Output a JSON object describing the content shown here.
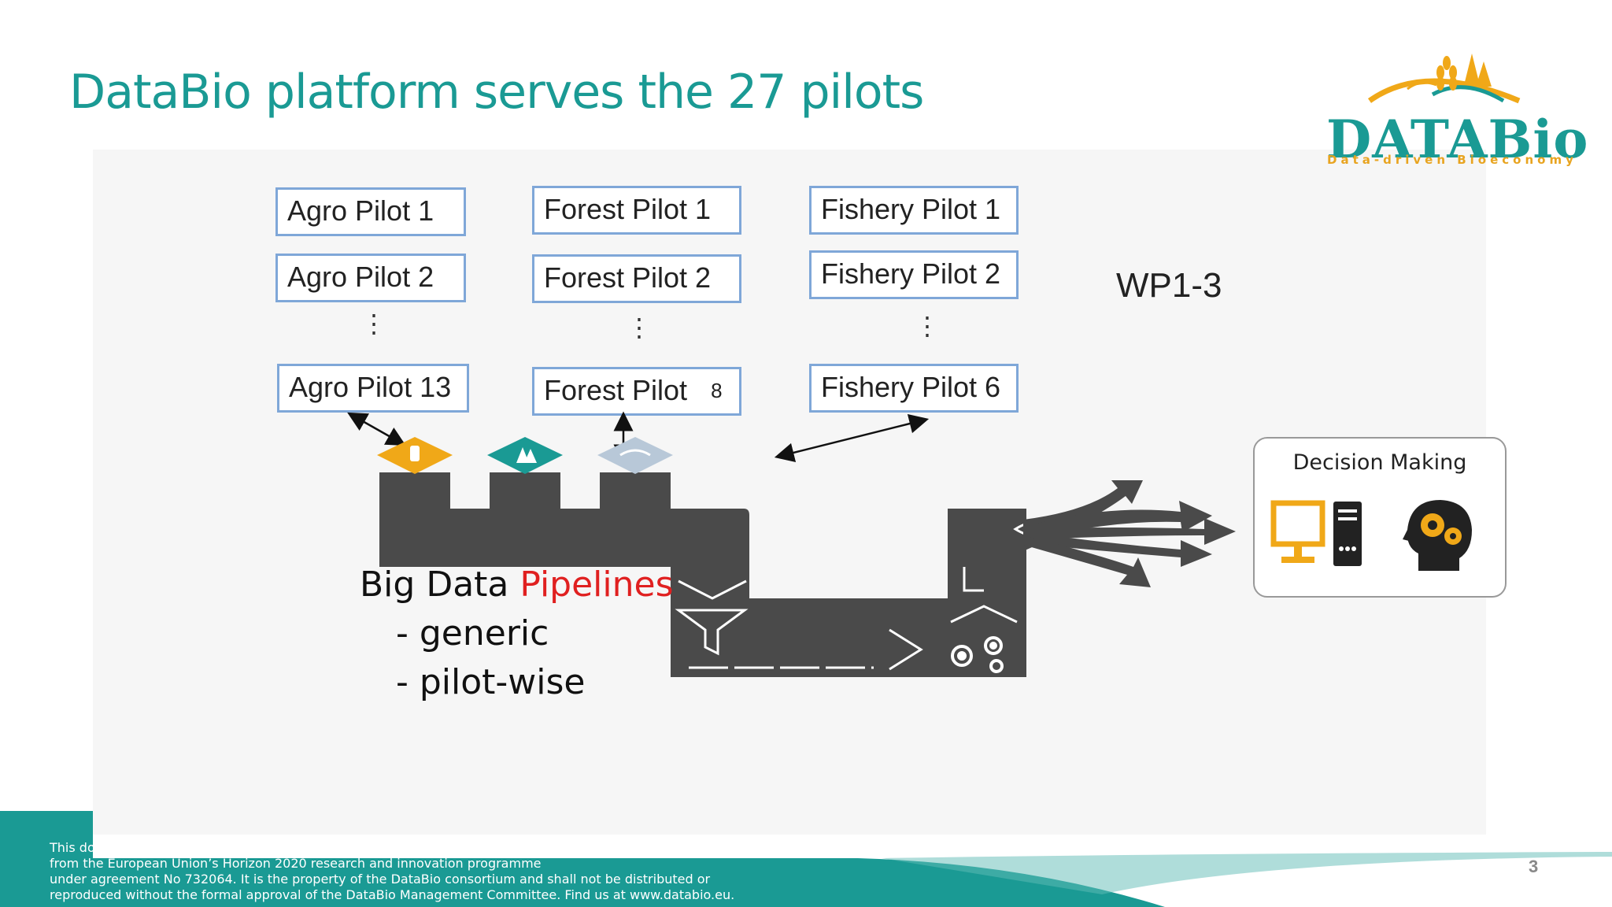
{
  "slide": {
    "title": "DataBio platform serves the 27 pilots",
    "page_number": "3"
  },
  "logo": {
    "name": "DATABio",
    "tagline": "Data-driven Bioeconomy"
  },
  "pilots": {
    "agro": [
      "Agro Pilot 1",
      "Agro Pilot 2",
      "Agro Pilot 13"
    ],
    "forest": [
      "Forest Pilot 1",
      "Forest  Pilot 2",
      "Forest Pilot"
    ],
    "forest_last_number": "8",
    "fishery": [
      "Fishery Pilot 1",
      "Fishery Pilot 2",
      "Fishery Pilot 6"
    ],
    "ellipsis": "⋮"
  },
  "wp_label": "WP1-3",
  "decision": {
    "title": "Decision Making"
  },
  "pipelines": {
    "line1_a": "Big Data ",
    "line1_b": "Pipelines",
    "line2": "- generic",
    "line3": "- pilot-wise"
  },
  "footer": {
    "line1": "This do",
    "line2": "from the European Union’s Horizon 2020 research and innovation programme",
    "line3": "under agreement No 732064. It is the property of the DataBio consortium and shall not be distributed or",
    "line4": "reproduced without the formal approval of the DataBio Management Committee. Find us at www.databio.eu."
  },
  "colors": {
    "teal": "#1a9a94",
    "accent_red": "#e02020",
    "agro_icon": "#f0a818",
    "forest_icon": "#1a9a94",
    "fishery_icon": "#b8c8d8",
    "pipeline": "#4a4a4a",
    "computer_orange": "#f0a818"
  },
  "icons": [
    "wheat-icon",
    "trees-icon",
    "fish-icon",
    "eye-icon",
    "gears-icon",
    "funnel-icon",
    "computer-icon",
    "server-icon",
    "head-gears-icon"
  ]
}
